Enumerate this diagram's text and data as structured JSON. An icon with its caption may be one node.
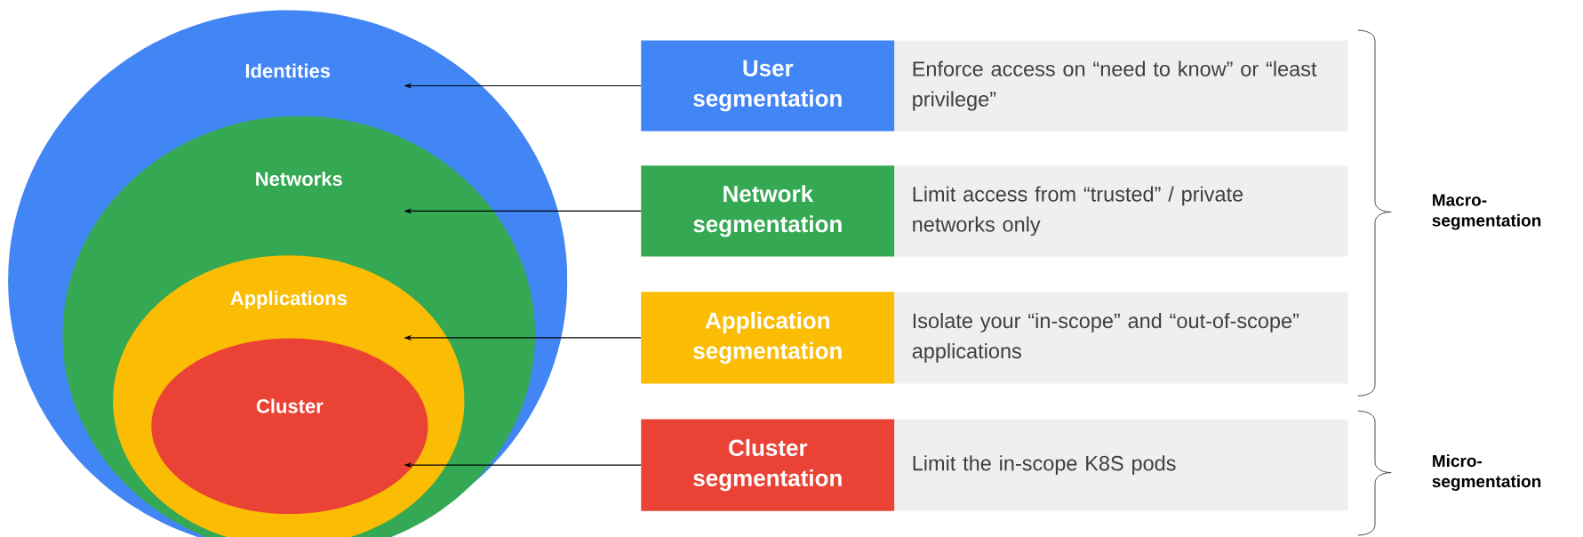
{
  "diagram": {
    "nodes": [
      {
        "text": [
          "Identities"
        ]
      },
      {
        "text": [
          "Networks"
        ],
        "in": 0
      },
      {
        "text": [
          "Applications"
        ],
        "in": 1
      },
      {
        "text": [
          "Cluster"
        ],
        "in": 2
      },
      {
        "text": [
          "User segmentation"
        ]
      },
      {
        "text": [
          "Enforce access on “need to know” or “least privilege”"
        ]
      },
      {
        "text": [
          "Network segmentation"
        ]
      },
      {
        "text": [
          "Limit access from “trusted” / private networks only"
        ]
      },
      {
        "text": [
          "Application segmentation"
        ]
      },
      {
        "text": [
          "Isolate your “in-scope” and “out-of-scope” applications"
        ]
      },
      {
        "text": [
          "Cluster segmentation"
        ]
      },
      {
        "text": [
          "Limit the in-scope K8S pods"
        ]
      }
    ],
    "edges": [
      {
        "from": 4,
        "to": 0,
        "arrow": "to"
      },
      {
        "from": 6,
        "to": 1,
        "arrow": "to"
      },
      {
        "from": 8,
        "to": 2,
        "arrow": "to"
      },
      {
        "from": 10,
        "to": 3,
        "arrow": "to"
      }
    ],
    "labels": [
      "Macro-segmentation",
      "Micro-segmentation"
    ]
  }
}
